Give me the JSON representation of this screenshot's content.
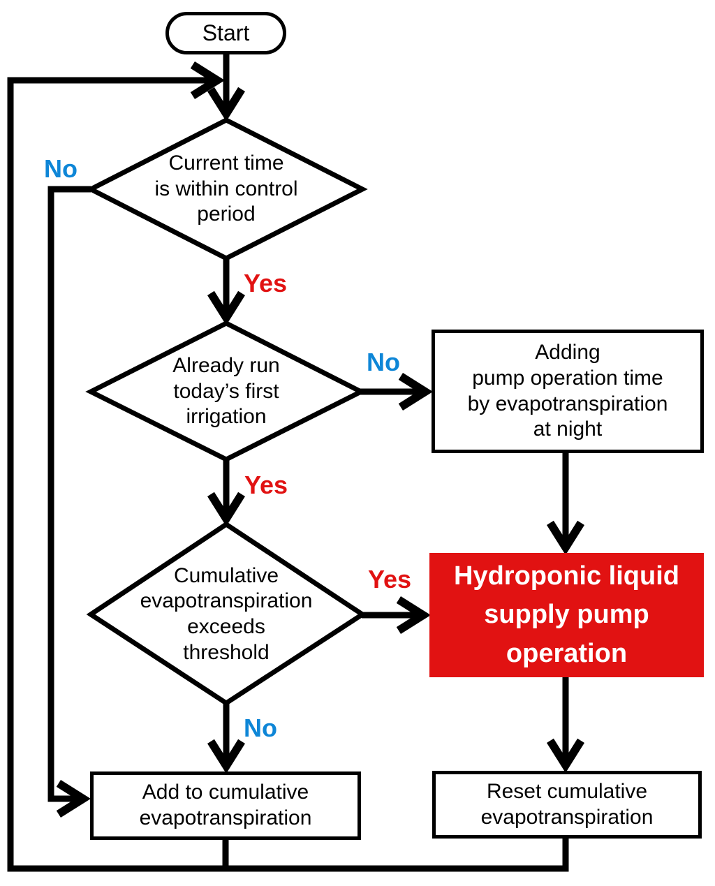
{
  "diagram": {
    "type": "flowchart",
    "background": "#ffffff",
    "colors": {
      "red": "#e11212",
      "blue": "#0e86d7",
      "black": "#000000",
      "white": "#ffffff"
    },
    "nodes": {
      "start": {
        "type": "terminator",
        "label": "Start"
      },
      "d1": {
        "type": "decision",
        "label": "Current time\nis within control\nperiod"
      },
      "d2": {
        "type": "decision",
        "label": "Already run\ntoday’s first\nirrigation"
      },
      "d3": {
        "type": "decision",
        "label": "Cumulative\nevapotranspiration\nexceeds\nthreshold"
      },
      "adding": {
        "type": "process",
        "label": "Adding\npump operation time\nby evapotranspiration\nat night"
      },
      "pump": {
        "type": "process-highlight",
        "label": "Hydroponic liquid\nsupply pump\noperation",
        "fill": "#e11212",
        "text_color": "#ffffff"
      },
      "add": {
        "type": "process",
        "label": "Add to cumulative\nevapotranspiration"
      },
      "reset": {
        "type": "process",
        "label": "Reset cumulative\nevapotranspiration"
      }
    },
    "edge_labels": {
      "d1_no": "No",
      "d1_yes": "Yes",
      "d2_no": "No",
      "d2_yes": "Yes",
      "d3_yes": "Yes",
      "d3_no": "No"
    },
    "edges": [
      {
        "from": "start",
        "to": "d1"
      },
      {
        "from": "d1",
        "to": "add",
        "label": "No",
        "via": "left-side"
      },
      {
        "from": "d1",
        "to": "d2",
        "label": "Yes"
      },
      {
        "from": "d2",
        "to": "adding",
        "label": "No"
      },
      {
        "from": "d2",
        "to": "d3",
        "label": "Yes"
      },
      {
        "from": "d3",
        "to": "pump",
        "label": "Yes"
      },
      {
        "from": "d3",
        "to": "add",
        "label": "No"
      },
      {
        "from": "adding",
        "to": "pump"
      },
      {
        "from": "pump",
        "to": "reset"
      },
      {
        "from": "add",
        "to": "d1",
        "via": "bottom-left-loop"
      },
      {
        "from": "reset",
        "to": "d1",
        "via": "bottom-left-loop"
      }
    ]
  }
}
